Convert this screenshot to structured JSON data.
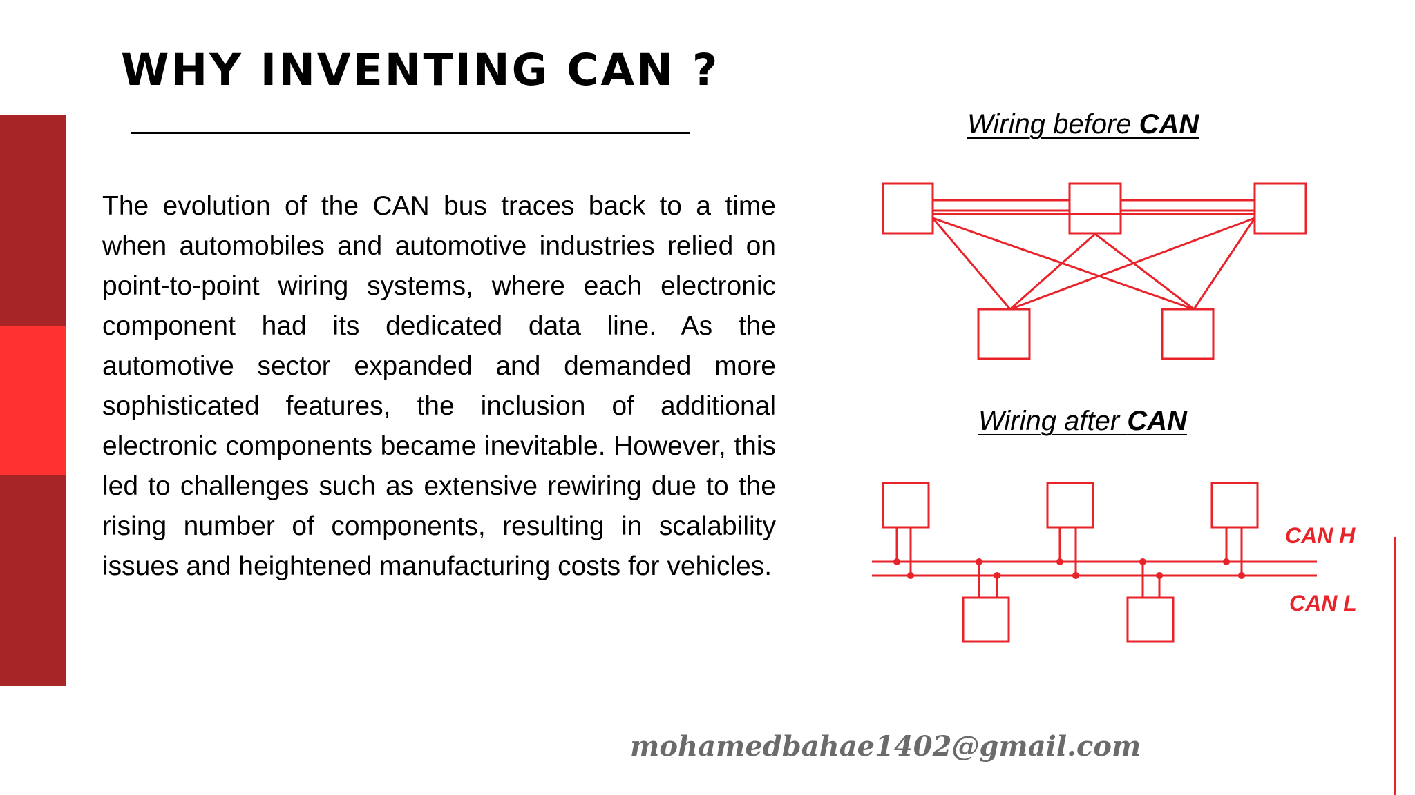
{
  "slide": {
    "title": "WHY INVENTING CAN ?",
    "body": "The evolution of the CAN bus traces back to a time when automobiles and automotive industries relied on point-to-point wiring systems, where each electronic component had its dedicated data line. As the automotive sector expanded and demanded more sophisticated features, the inclusion of additional electronic components became inevitable. However, this led to challenges such as extensive rewiring due to the rising number of components, resulting in scalability issues and heightened manufacturing costs for vehicles.",
    "email": "mohamedbahae1402@gmail.com"
  },
  "diagram_before": {
    "caption_prefix": "Wiring before ",
    "caption_bold": "CAN"
  },
  "diagram_after": {
    "caption_prefix": "Wiring after ",
    "caption_bold": "CAN",
    "bus_high_label": "CAN H",
    "bus_low_label": "CAN L"
  },
  "colors": {
    "accent_dark": "#a72427",
    "accent_bright": "#ff3131",
    "wire_red": "#e8232a",
    "email_gray": "#6b6b6b"
  }
}
